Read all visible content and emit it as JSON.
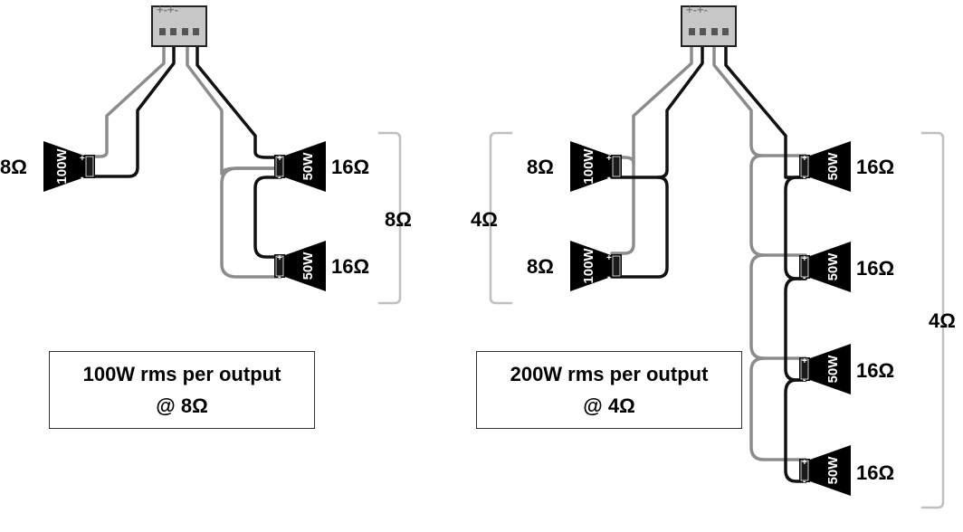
{
  "amplifier": {
    "terminal_labels": "+-+-"
  },
  "left": {
    "speakers": [
      {
        "impedance": "8Ω",
        "power": "100W"
      },
      {
        "impedance": "16Ω",
        "power": "50W"
      },
      {
        "impedance": "16Ω",
        "power": "50W"
      }
    ],
    "group_impedance": "8Ω",
    "summary": {
      "line1": "100W rms per output",
      "line2": "@ 8Ω"
    }
  },
  "right": {
    "left_speakers": [
      {
        "impedance": "8Ω",
        "power": "100W"
      },
      {
        "impedance": "8Ω",
        "power": "100W"
      }
    ],
    "left_group_impedance": "4Ω",
    "right_speakers": [
      {
        "impedance": "16Ω",
        "power": "50W"
      },
      {
        "impedance": "16Ω",
        "power": "50W"
      },
      {
        "impedance": "16Ω",
        "power": "50W"
      },
      {
        "impedance": "16Ω",
        "power": "50W"
      }
    ],
    "right_group_impedance": "4Ω",
    "summary": {
      "line1": "200W rms per output",
      "line2": "@ 4Ω"
    }
  },
  "polarity": {
    "plus": "+",
    "minus": "-"
  },
  "colors": {
    "positive_wire": "#8c8c8c",
    "negative_wire": "#111111",
    "bracket": "#c0c0c0",
    "amplifier": "#c8c8c8"
  }
}
